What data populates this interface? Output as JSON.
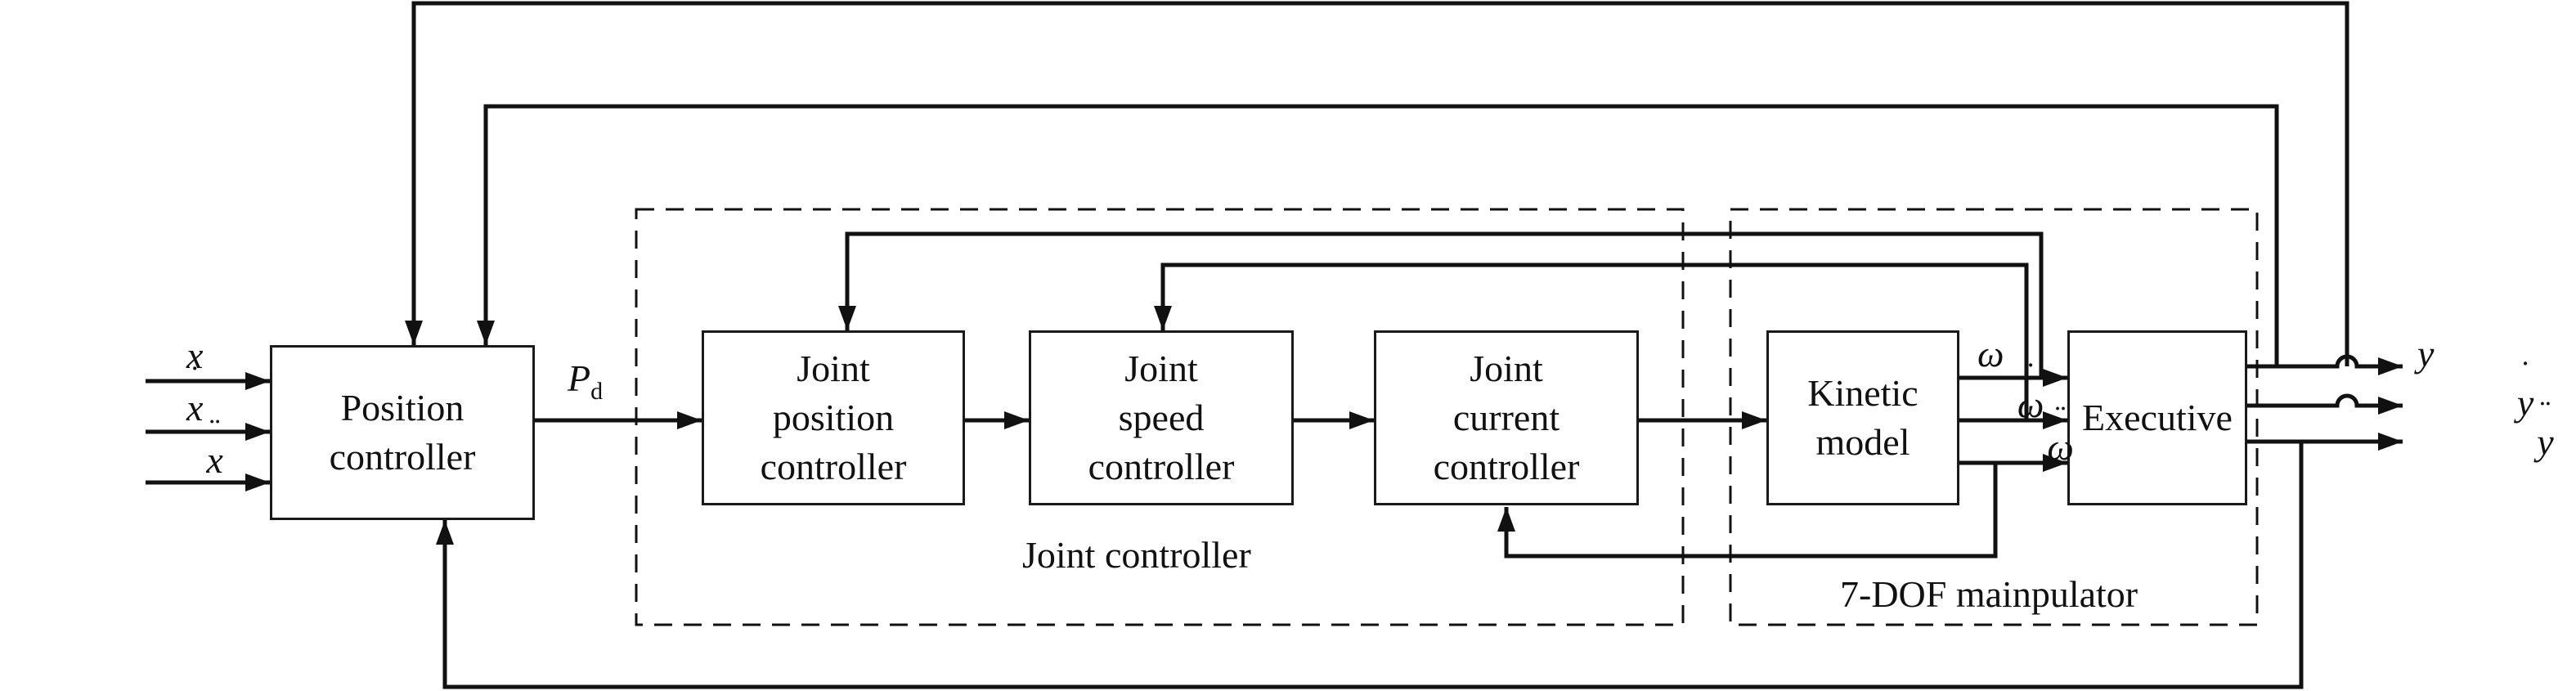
{
  "blocks": {
    "position_controller": [
      "Position",
      "controller"
    ],
    "joint_position_controller": [
      "Joint",
      "position",
      "controller"
    ],
    "joint_speed_controller": [
      "Joint",
      "speed",
      "controller"
    ],
    "joint_current_controller": [
      "Joint",
      "current",
      "controller"
    ],
    "kinetic_model": [
      "Kinetic",
      "model"
    ],
    "executive": [
      "Executive"
    ]
  },
  "groups": {
    "joint_controller": "Joint controller",
    "manipulator": "7-DOF mainpulator"
  },
  "inputs": [
    "x",
    "x",
    "x"
  ],
  "outputs": [
    "y",
    "y",
    "y"
  ],
  "signals": {
    "pd_symbol": "P",
    "pd_subscript": "d",
    "omega": "ω",
    "omega_dot": "ω",
    "omega_ddot": "ω"
  }
}
